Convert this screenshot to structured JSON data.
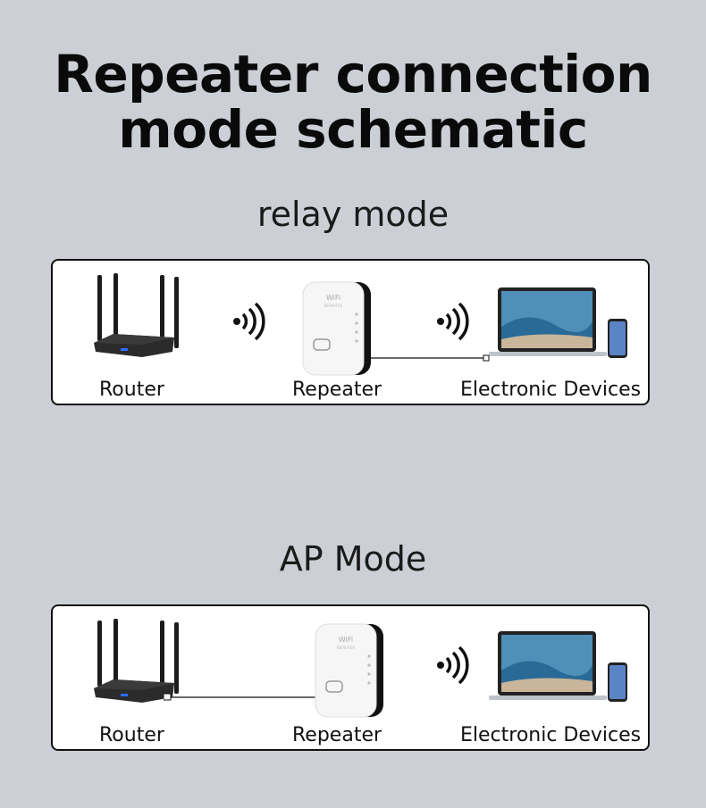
{
  "title": {
    "line1": "Repeater connection",
    "line2": "mode schematic"
  },
  "sections": [
    {
      "heading": "relay mode",
      "labels": {
        "router": "Router",
        "repeater": "Repeater",
        "devices": "Electronic Devices"
      },
      "router_to_repeater": "wireless",
      "repeater_to_devices": "wireless"
    },
    {
      "heading": "AP Mode",
      "labels": {
        "router": "Router",
        "repeater": "Repeater",
        "devices": "Electronic Devices"
      },
      "router_to_repeater": "wired",
      "repeater_to_devices": "wireless"
    }
  ],
  "icons": {
    "router": "router-icon",
    "repeater": "wifi-repeater-icon",
    "laptop": "laptop-icon",
    "phone": "smartphone-icon",
    "signal": "wireless-signal-icon"
  },
  "colors": {
    "background": "#ccd0d6",
    "panel": "#ffffff",
    "text": "#111111"
  }
}
